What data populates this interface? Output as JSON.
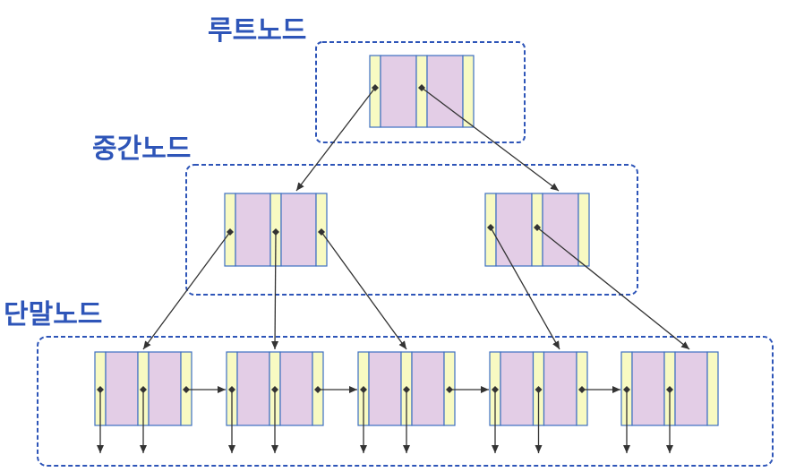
{
  "labels": {
    "root": "루트노드",
    "internal": "중간노드",
    "leaf": "단말노드"
  },
  "colors": {
    "label": "#2e55b8",
    "group_border": "#2e55b8",
    "key_fill": "#e3cde6",
    "pointer_fill": "#f8fac2",
    "node_stroke": "#3c6fc2",
    "arrow": "#333333"
  },
  "tree": {
    "levels": [
      "root",
      "internal",
      "leaf"
    ],
    "root": {
      "node_count": 1,
      "keys_per_node": 2
    },
    "internal": {
      "node_count": 2,
      "keys_per_node": 2
    },
    "leaf": {
      "node_count": 5,
      "keys_per_node": 2,
      "sibling_links": 4
    }
  }
}
